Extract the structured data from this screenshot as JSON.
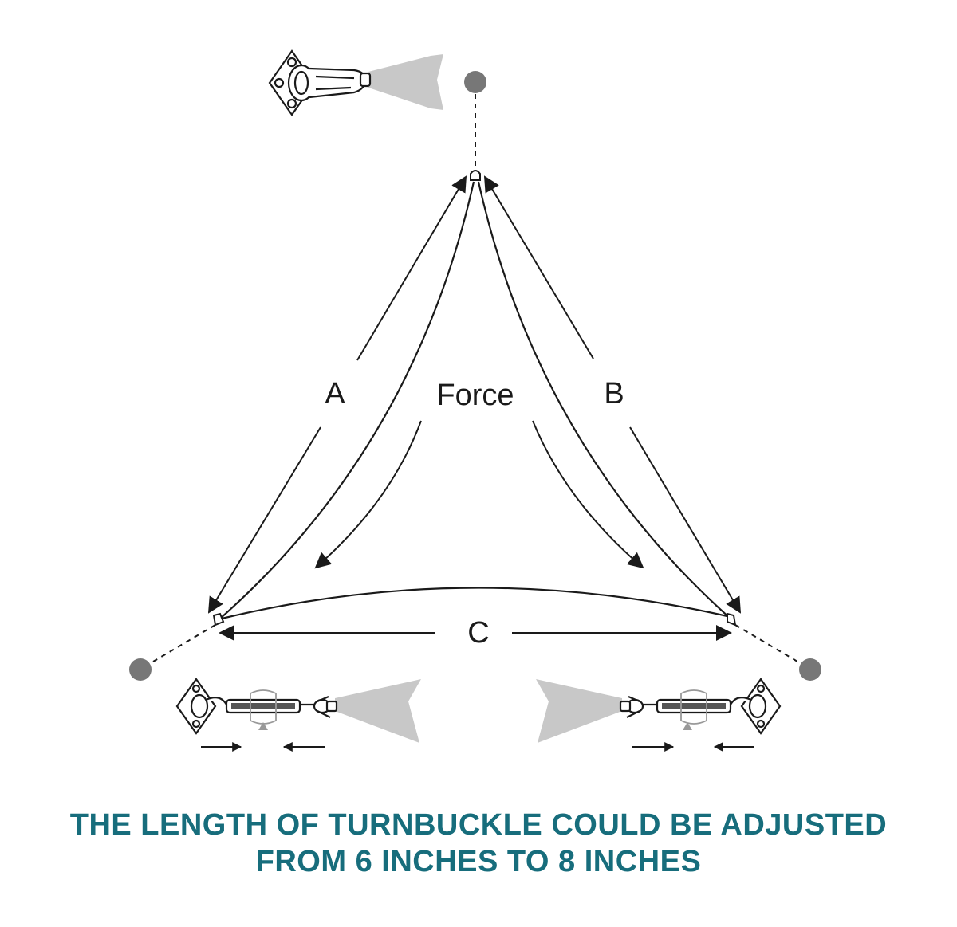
{
  "labels": {
    "a": "A",
    "b": "B",
    "c": "C",
    "force": "Force"
  },
  "caption": {
    "line1": "THE LENGTH OF TURNBUCKLE COULD BE ADJUSTED",
    "line2": "FROM 6 INCHES TO 8 INCHES"
  },
  "colors": {
    "ink": "#1a1a1a",
    "anchor_point": "#777777",
    "fabric": "#c8c8c8",
    "caption": "#176d7c"
  },
  "icons": {
    "top_hardware": "pad-eye-snap-hook-icon",
    "left_hardware": "pad-eye-turnbuckle-icon",
    "right_hardware": "pad-eye-turnbuckle-icon"
  }
}
